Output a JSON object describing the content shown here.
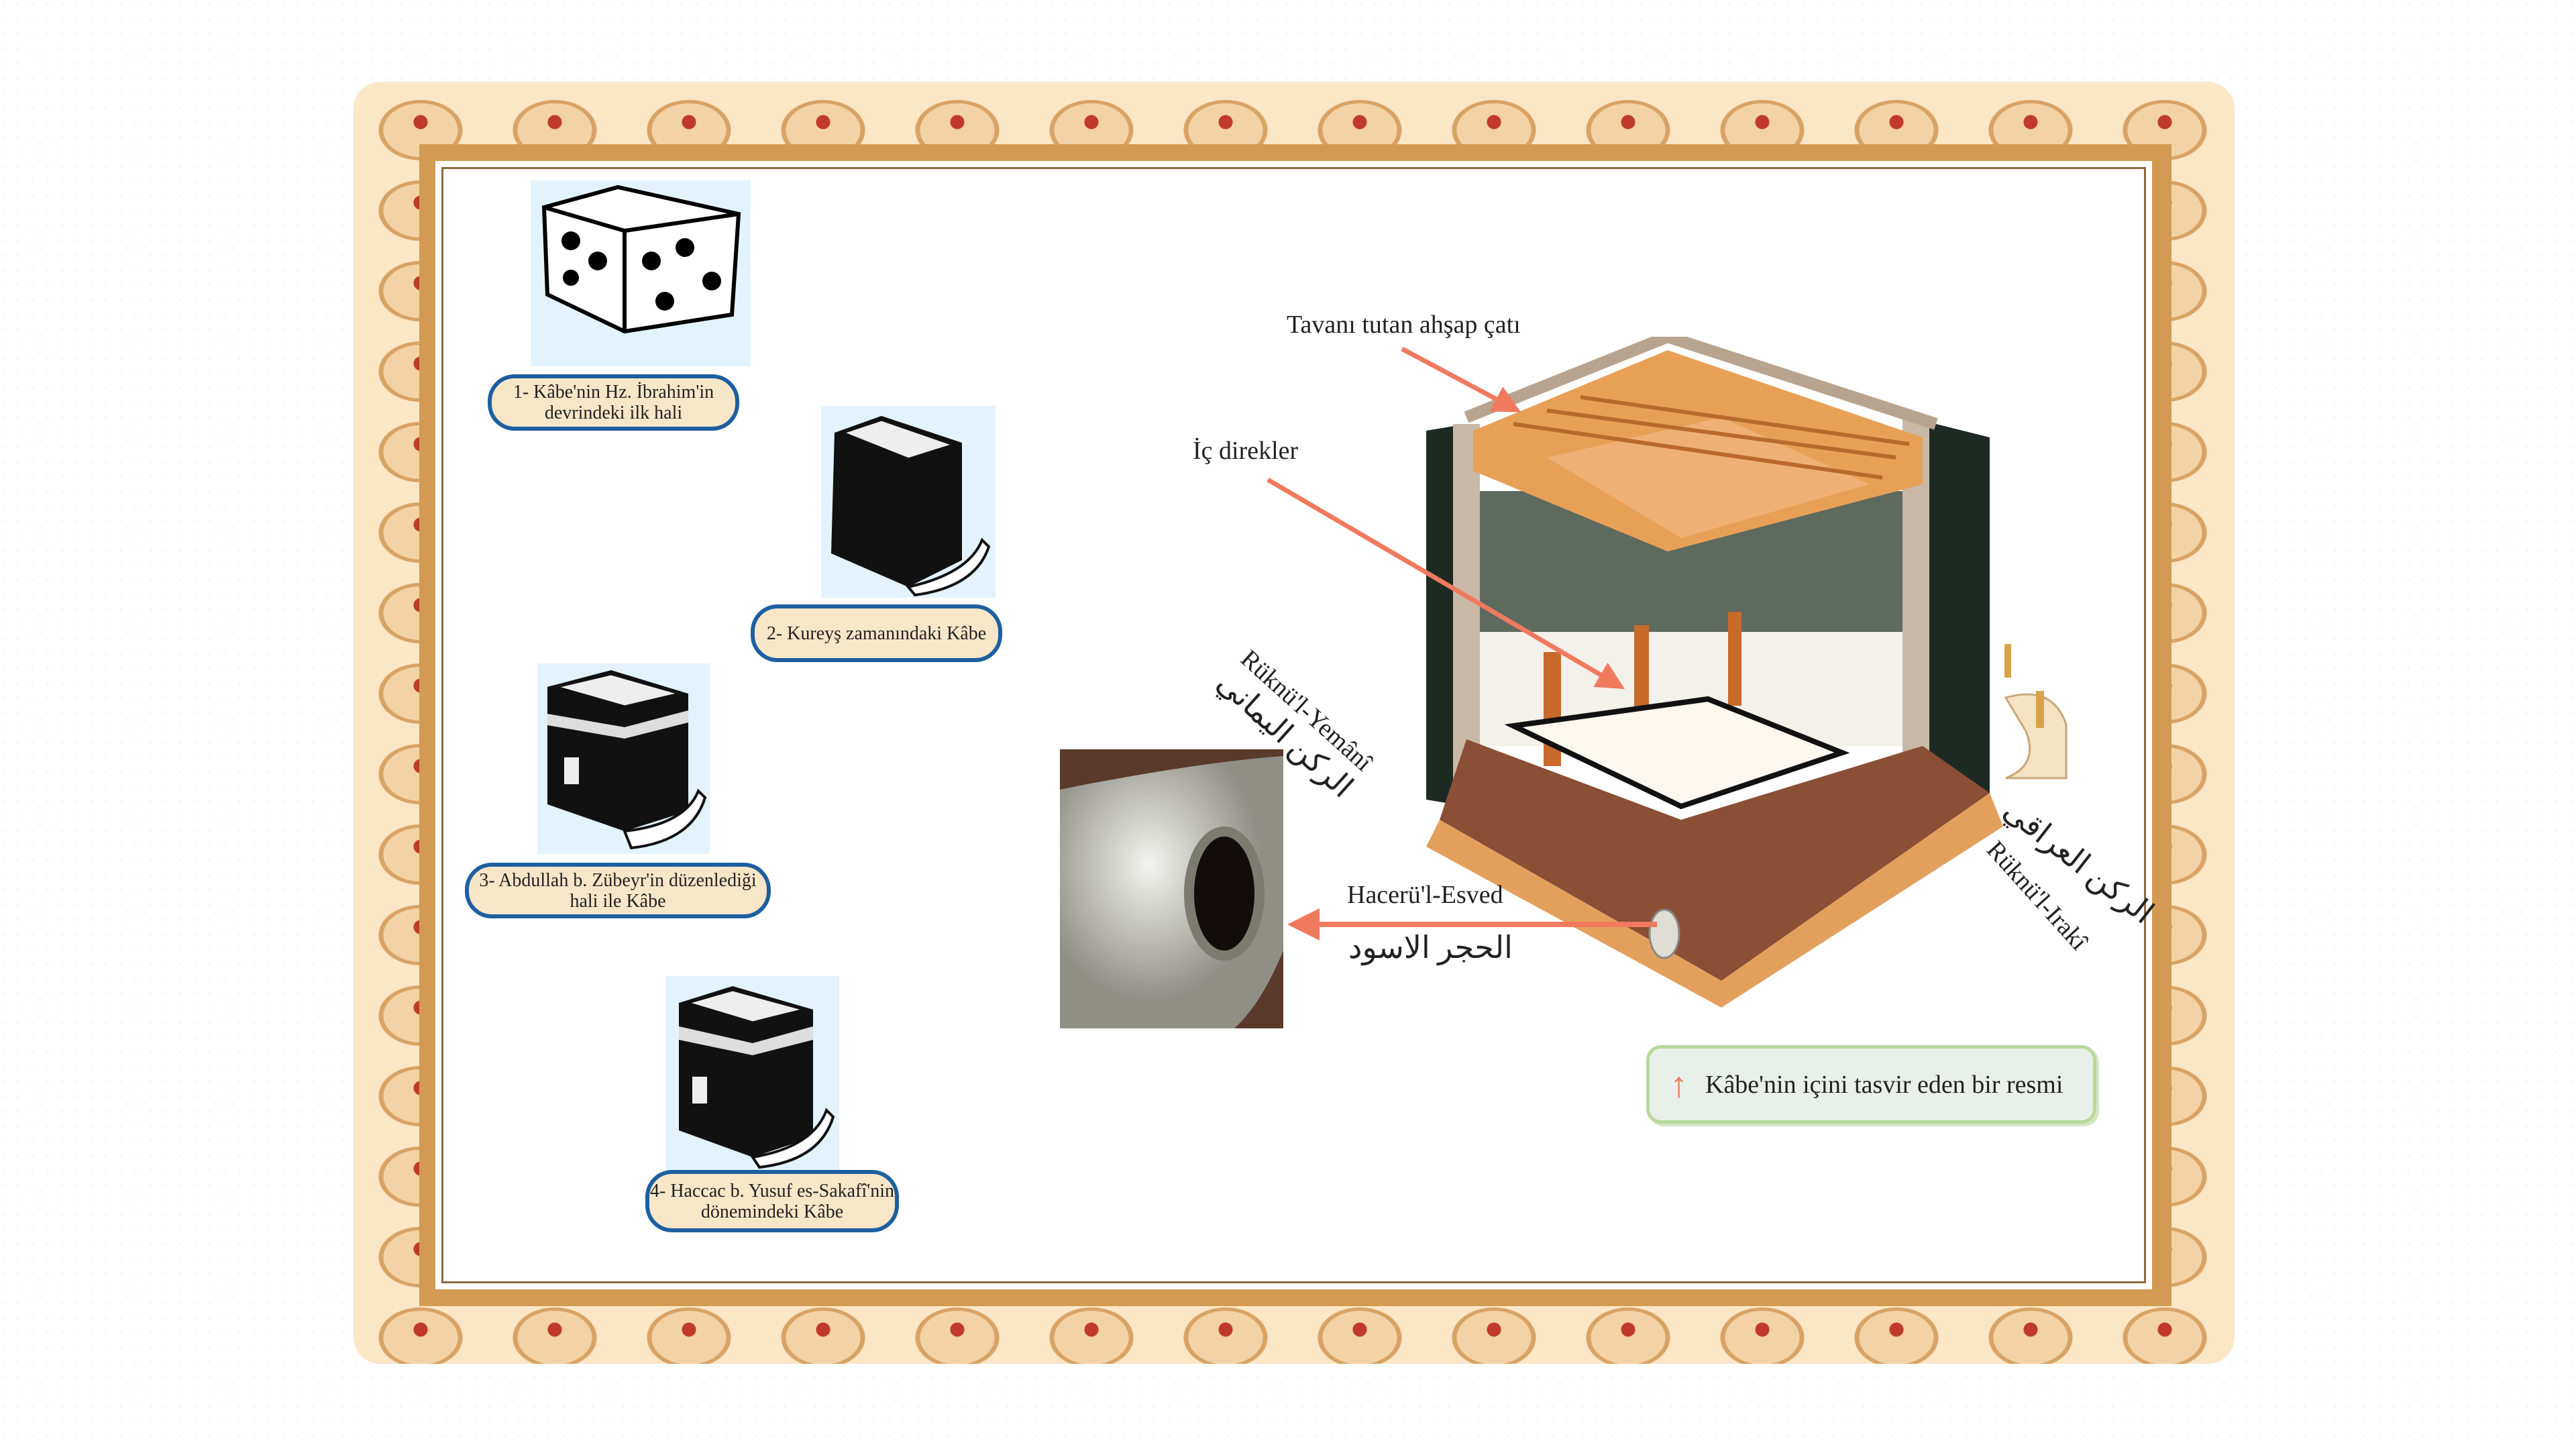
{
  "timeline": [
    {
      "caption": "1- Kâbe'nin Hz. İbrahim'in devrindeki ilk hali"
    },
    {
      "caption": "2- Kureyş zamanındaki Kâbe"
    },
    {
      "caption": "3- Abdullah b. Zübeyr'in düzenlediği hali ile Kâbe"
    },
    {
      "caption": "4- Haccac b. Yusuf es-Sakafî'nin dönemindeki Kâbe"
    }
  ],
  "diagram": {
    "roof_label": "Tavanı tutan ahşap çatı",
    "pillars_label": "İç direkler",
    "yemeni_label": "Rüknü'l-Yemânî",
    "yemeni_arabic": "الركن اليماني",
    "iraqi_label": "Rüknü'l-Irakî",
    "iraqi_arabic": "الركن العراقي",
    "stone_label": "Hacerü'l-Esved",
    "stone_arabic": "الحجر الاسود",
    "caption": "Kâbe'nin içini tasvir eden bir resmi"
  },
  "colors": {
    "arrow": "#ef7a5e",
    "caption_border": "#1d5fa0",
    "caption_fill": "#f8e6c8",
    "frame_gold": "#d29a52"
  }
}
